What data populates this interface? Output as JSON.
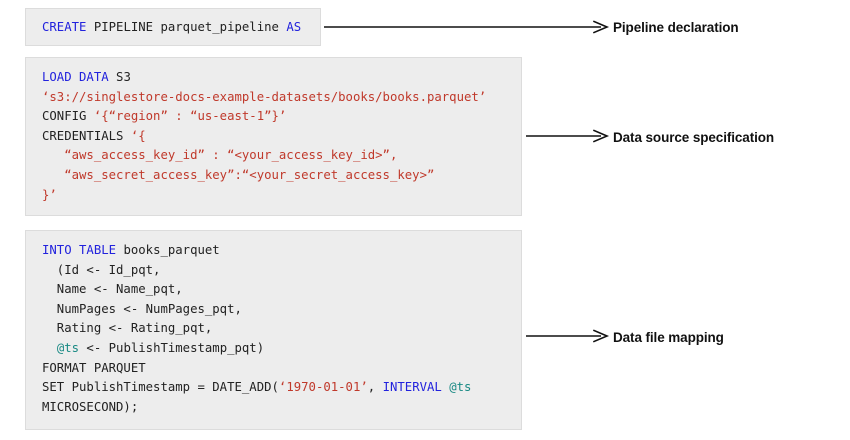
{
  "diagram": {
    "title": "SingleStore CREATE PIPELINE parquet example annotated diagram",
    "colors": {
      "background": "#ffffff",
      "code_block_bg": "#ededed",
      "code_block_border": "#dcdcdc",
      "keyword": "#2222dd",
      "string": "#c0392b",
      "variable": "#1a8a84",
      "plain_text": "#222222",
      "arrow": "#111111",
      "label_text": "#111111"
    }
  },
  "blocks": [
    {
      "id": "pipeline-declaration",
      "lines": [
        [
          {
            "t": "CREATE",
            "c": "kw"
          },
          {
            "t": " PIPELINE parquet_pipeline ",
            "c": "pl"
          },
          {
            "t": "AS",
            "c": "kw"
          }
        ]
      ]
    },
    {
      "id": "data-source-specification",
      "lines": [
        [
          {
            "t": "LOAD DATA",
            "c": "kw"
          },
          {
            "t": " S3",
            "c": "pl"
          }
        ],
        [
          {
            "t": "‘s3://singlestore-docs-example-datasets/books/books.parquet’",
            "c": "str"
          }
        ],
        [
          {
            "t": "CONFIG ",
            "c": "pl"
          },
          {
            "t": "‘{“region” : “us-east-1”}’",
            "c": "str"
          }
        ],
        [
          {
            "t": "CREDENTIALS ",
            "c": "pl"
          },
          {
            "t": "‘{",
            "c": "str"
          }
        ],
        [
          {
            "t": "   “aws_access_key_id” : “<your_access_key_id>”,",
            "c": "str"
          }
        ],
        [
          {
            "t": "   “aws_secret_access_key”:“<your_secret_access_key>”",
            "c": "str"
          }
        ],
        [
          {
            "t": "}’",
            "c": "str"
          }
        ]
      ]
    },
    {
      "id": "data-file-mapping",
      "lines": [
        [
          {
            "t": "INTO TABLE",
            "c": "kw"
          },
          {
            "t": " books_parquet",
            "c": "pl"
          }
        ],
        [
          {
            "t": "  (Id <- Id_pqt,",
            "c": "pl"
          }
        ],
        [
          {
            "t": "  Name <- Name_pqt,",
            "c": "pl"
          }
        ],
        [
          {
            "t": "  NumPages <- NumPages_pqt,",
            "c": "pl"
          }
        ],
        [
          {
            "t": "  Rating <- Rating_pqt,",
            "c": "pl"
          }
        ],
        [
          {
            "t": "  ",
            "c": "pl"
          },
          {
            "t": "@ts",
            "c": "var"
          },
          {
            "t": " <- PublishTimestamp_pqt)",
            "c": "pl"
          }
        ],
        [
          {
            "t": "FORMAT PARQUET",
            "c": "pl"
          }
        ],
        [
          {
            "t": "SET PublishTimestamp = DATE_ADD(",
            "c": "pl"
          },
          {
            "t": "‘1970-01-01’",
            "c": "str"
          },
          {
            "t": ", ",
            "c": "pl"
          },
          {
            "t": "INTERVAL",
            "c": "kw"
          },
          {
            "t": " ",
            "c": "pl"
          },
          {
            "t": "@ts",
            "c": "var"
          }
        ],
        [
          {
            "t": "MICROSECOND);",
            "c": "pl"
          }
        ]
      ]
    }
  ],
  "annotations": [
    {
      "id": "annotation-pipeline-declaration",
      "label": "Pipeline declaration"
    },
    {
      "id": "annotation-data-source-specification",
      "label": "Data source specification"
    },
    {
      "id": "annotation-data-file-mapping",
      "label": "Data file mapping"
    }
  ]
}
